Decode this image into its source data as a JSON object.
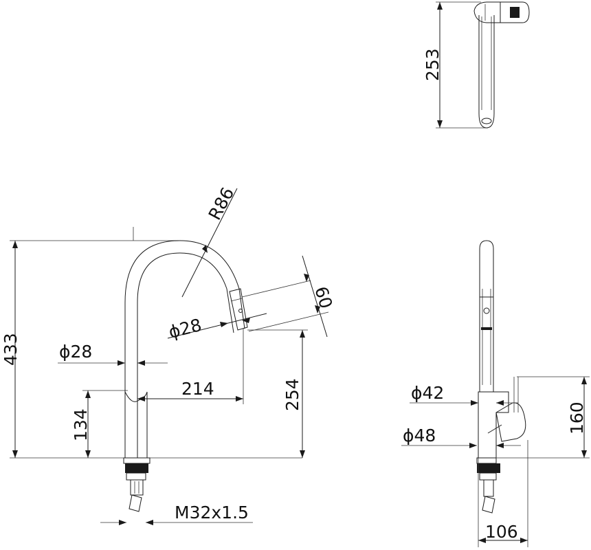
{
  "dimensions": {
    "top_height": "253",
    "total_height": "433",
    "radius": "R86",
    "spout_diameter": "ϕ28",
    "spout_head_width": "60",
    "body_diameter": "ϕ28",
    "reach": "214",
    "spout_clearance": "254",
    "base_height": "134",
    "thread": "M32x1.5",
    "side_diameter_upper": "ϕ42",
    "side_diameter_lower": "ϕ48",
    "lever_height": "160",
    "side_depth": "106"
  }
}
